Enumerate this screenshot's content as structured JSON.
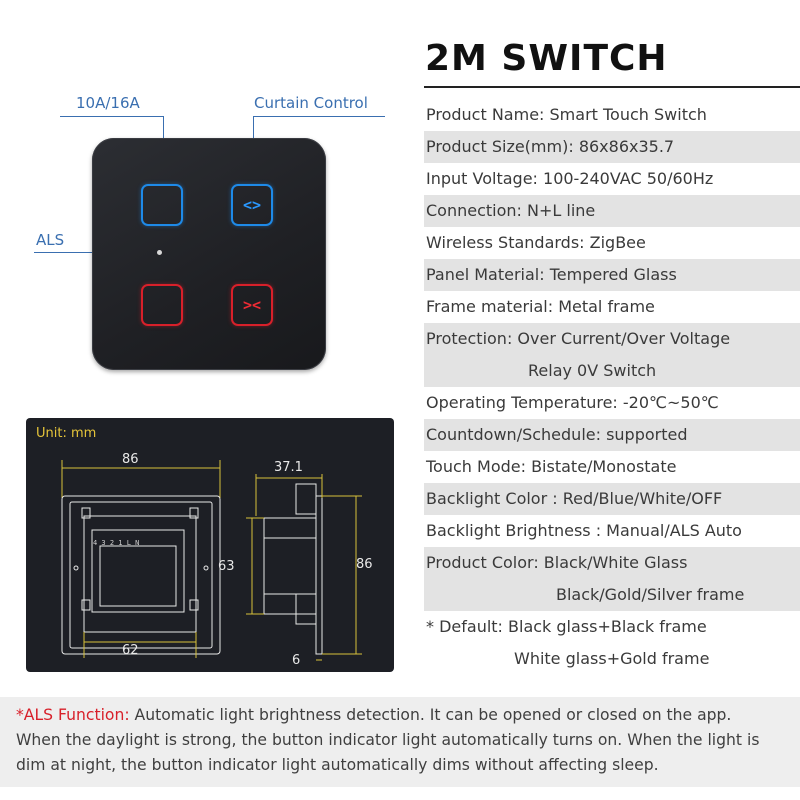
{
  "product": {
    "callouts": {
      "rating": "10A/16A",
      "curtain": "Curtain Control",
      "als": "ALS"
    },
    "keys": {
      "top_right_symbol": "<>",
      "bottom_right_symbol": "><"
    },
    "colors": {
      "blue": "#1e8ae8",
      "red": "#d8202a",
      "panel": "#1f2024",
      "callout": "#3a6fb0"
    }
  },
  "dimensions": {
    "unit": "Unit: mm",
    "width": "86",
    "depth": "37.1",
    "height_side": "63",
    "height_total": "86",
    "inner_width": "62",
    "frame_thickness": "6",
    "terminals": "4 3 2 1 L N"
  },
  "spec": {
    "title": "2M SWITCH",
    "rows": [
      "Product Name: Smart Touch Switch",
      "Product Size(mm): 86x86x35.7",
      "Input Voltage: 100-240VAC 50/60Hz",
      "Connection: N+L line",
      "Wireless Standards:  ZigBee",
      "Panel Material: Tempered Glass",
      "Frame material: Metal frame",
      "Protection: Over Current/Over Voltage",
      "Relay 0V Switch",
      "Operating Temperature: -20℃~50℃",
      "Countdown/Schedule: supported",
      "Touch Mode: Bistate/Monostate",
      "Backlight Color : Red/Blue/White/OFF",
      "Backlight Brightness : Manual/ALS Auto",
      "Product Color: Black/White Glass",
      "Black/Gold/Silver frame",
      "* Default: Black glass+Black frame",
      "White glass+Gold frame"
    ]
  },
  "footer": {
    "label": "*ALS Function:",
    "line1": " Automatic light brightness detection. It can be opened or closed on the app.",
    "line2": "When the daylight is strong, the button indicator light automatically turns on. When the light is",
    "line3": "dim at night, the button indicator light automatically dims without affecting sleep."
  }
}
